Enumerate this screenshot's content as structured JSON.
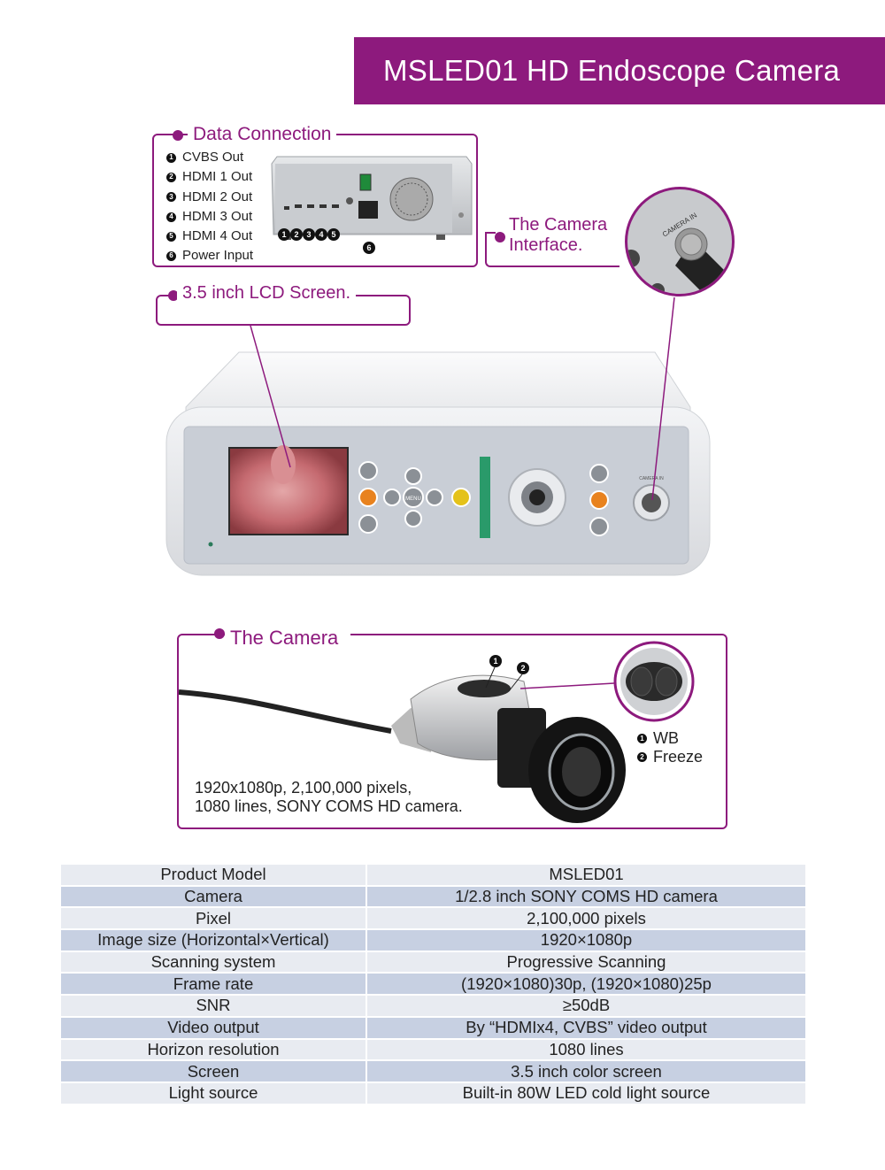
{
  "title": "MSLED01 HD Endoscope Camera",
  "data_connection": {
    "heading": "Data Connection",
    "items": [
      {
        "num": "1",
        "label": "CVBS Out"
      },
      {
        "num": "2",
        "label": "HDMI 1 Out"
      },
      {
        "num": "3",
        "label": "HDMI 2 Out"
      },
      {
        "num": "4",
        "label": "HDMI 3 Out"
      },
      {
        "num": "5",
        "label": "HDMI 4 Out"
      },
      {
        "num": "6",
        "label": "Power Input"
      }
    ]
  },
  "camera_interface": {
    "line1": "The Camera",
    "line2": "Interface.",
    "zoom_label": "CAMERA IN"
  },
  "lcd": {
    "label": "3.5 inch LCD Screen."
  },
  "front_panel": {
    "menu_label": "MENU",
    "camera_in_label": "CAMERA IN"
  },
  "the_camera": {
    "heading": "The Camera",
    "buttons": [
      {
        "num": "1",
        "label": "WB"
      },
      {
        "num": "2",
        "label": "Freeze"
      }
    ],
    "desc_line1": "1920x1080p, 2,100,000 pixels,",
    "desc_line2": "1080 lines, SONY COMS HD camera."
  },
  "specs": [
    {
      "name": "Product Model",
      "value": "MSLED01"
    },
    {
      "name": "Camera",
      "value": "1/2.8 inch SONY COMS HD camera"
    },
    {
      "name": "Pixel",
      "value": "2,100,000 pixels"
    },
    {
      "name": "Image size (Horizontal×Vertical)",
      "value": "1920×1080p"
    },
    {
      "name": "Scanning system",
      "value": "Progressive Scanning"
    },
    {
      "name": "Frame rate",
      "value": "(1920×1080)30p, (1920×1080)25p"
    },
    {
      "name": "SNR",
      "value": "≥50dB"
    },
    {
      "name": "Video output",
      "value": "By “HDMIx4, CVBS” video output"
    },
    {
      "name": "Horizon resolution",
      "value": "1080 lines"
    },
    {
      "name": "Screen",
      "value": "3.5 inch color screen"
    },
    {
      "name": "Light source",
      "value": "Built-in 80W LED cold light source"
    }
  ],
  "colors": {
    "accent": "#8d1a7d",
    "row_light": "#e8ebf1",
    "row_dark": "#c7d0e2"
  }
}
